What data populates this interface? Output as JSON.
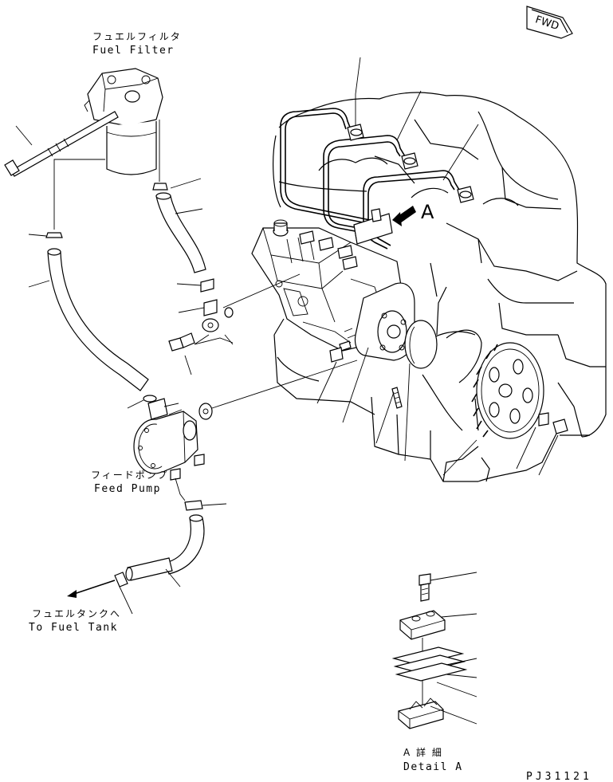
{
  "direction_tag": "FWD",
  "labels": {
    "fuel_filter_jp": "フュエルフィルタ",
    "fuel_filter_en": "Fuel Filter",
    "feed_pump_jp": "フィードポンプ",
    "feed_pump_en": "Feed Pump",
    "to_tank_jp": "フュエルタンクへ",
    "to_tank_en": "To Fuel Tank",
    "view_marker": "A",
    "detail_jp": "A 詳 細",
    "detail_en": "Detail A"
  },
  "drawing_number": "PJ31121"
}
